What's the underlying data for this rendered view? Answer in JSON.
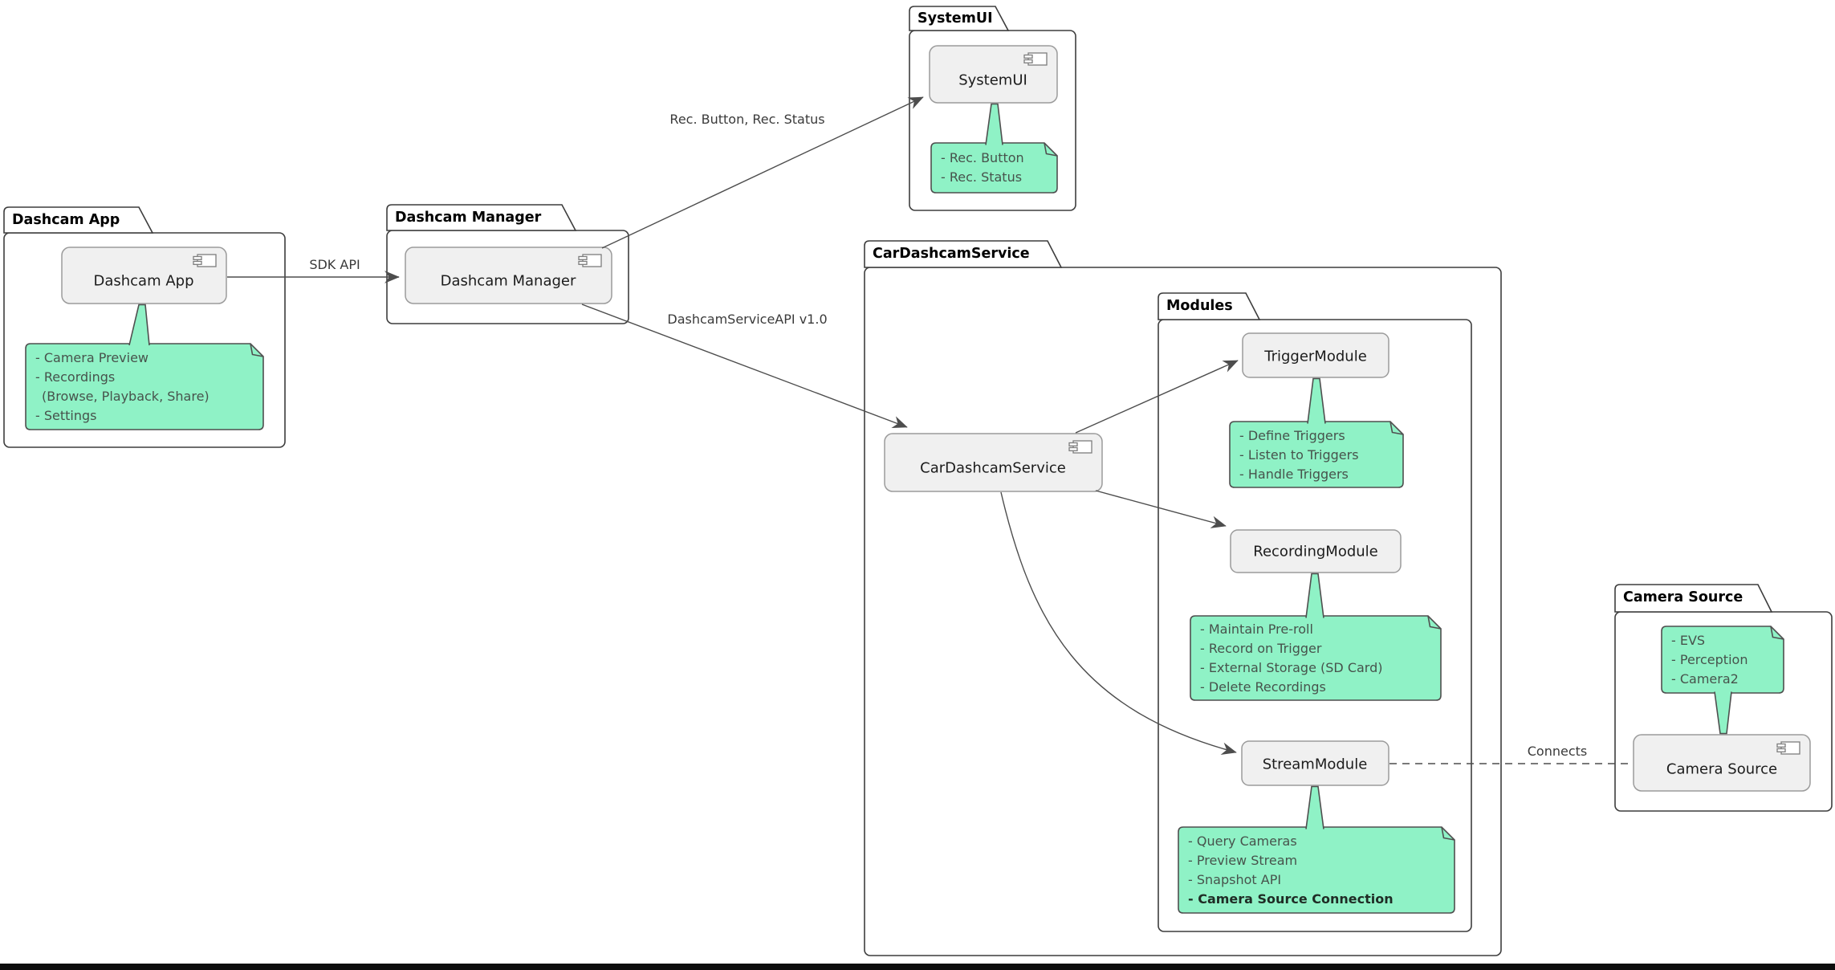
{
  "packages": {
    "dashcam_app": "Dashcam App",
    "dashcam_manager": "Dashcam Manager",
    "systemui": "SystemUI",
    "car_dashcam_service": "CarDashcamService",
    "modules": "Modules",
    "camera_source": "Camera Source"
  },
  "components": {
    "dashcam_app": "Dashcam App",
    "dashcam_manager": "Dashcam Manager",
    "systemui": "SystemUI",
    "car_dashcam_service": "CarDashcamService",
    "trigger_module": "TriggerModule",
    "recording_module": "RecordingModule",
    "stream_module": "StreamModule",
    "camera_source": "Camera Source"
  },
  "notes": {
    "dashcam_app": {
      "lines": [
        "- Camera Preview",
        "- Recordings",
        "(Browse, Playback, Share)",
        "- Settings"
      ]
    },
    "systemui": {
      "lines": [
        "- Rec. Button",
        "- Rec. Status"
      ]
    },
    "trigger_module": {
      "lines": [
        "- Define Triggers",
        "- Listen to Triggers",
        "- Handle Triggers"
      ]
    },
    "recording_module": {
      "lines": [
        "- Maintain Pre-roll",
        "- Record on Trigger",
        "- External Storage (SD Card)",
        "- Delete Recordings"
      ]
    },
    "stream_module": {
      "lines": [
        "- Query Cameras",
        "- Preview Stream",
        "- Snapshot API",
        "- Camera Source Connection"
      ]
    },
    "camera_source": {
      "lines": [
        "- EVS",
        "- Perception",
        "- Camera2"
      ]
    }
  },
  "edges": {
    "sdk_api": "SDK API",
    "manager_to_systemui": "Rec. Button, Rec. Status",
    "manager_to_service": "DashcamServiceAPI v1.0",
    "stream_to_camera": "Connects"
  },
  "colors": {
    "note_fill": "#8FF2C6",
    "note_border": "#4F4F4F",
    "component_fill": "#F0F0F0",
    "component_border": "#9B9B9B",
    "package_border": "#3D3D3D",
    "arrow": "#4D4D4D"
  }
}
